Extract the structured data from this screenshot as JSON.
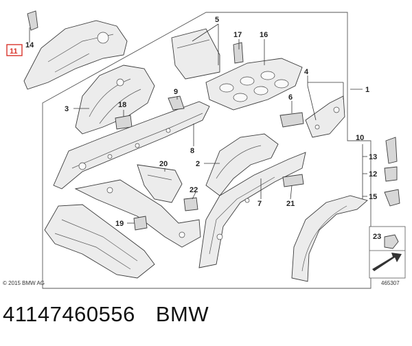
{
  "diagram": {
    "callouts": [
      "1",
      "2",
      "3",
      "4",
      "5",
      "6",
      "7",
      "8",
      "9",
      "10",
      "11",
      "12",
      "13",
      "14",
      "15",
      "16",
      "17",
      "18",
      "19",
      "20",
      "21",
      "22",
      "23"
    ],
    "copyright": "© 2015 BMW AG",
    "drawing_number": "465307",
    "highlighted_callout": "11"
  },
  "caption": {
    "part_number": "41147460556",
    "brand": "BMW"
  },
  "colors": {
    "highlight": "#d9342b",
    "line": "#3a3a3a"
  }
}
